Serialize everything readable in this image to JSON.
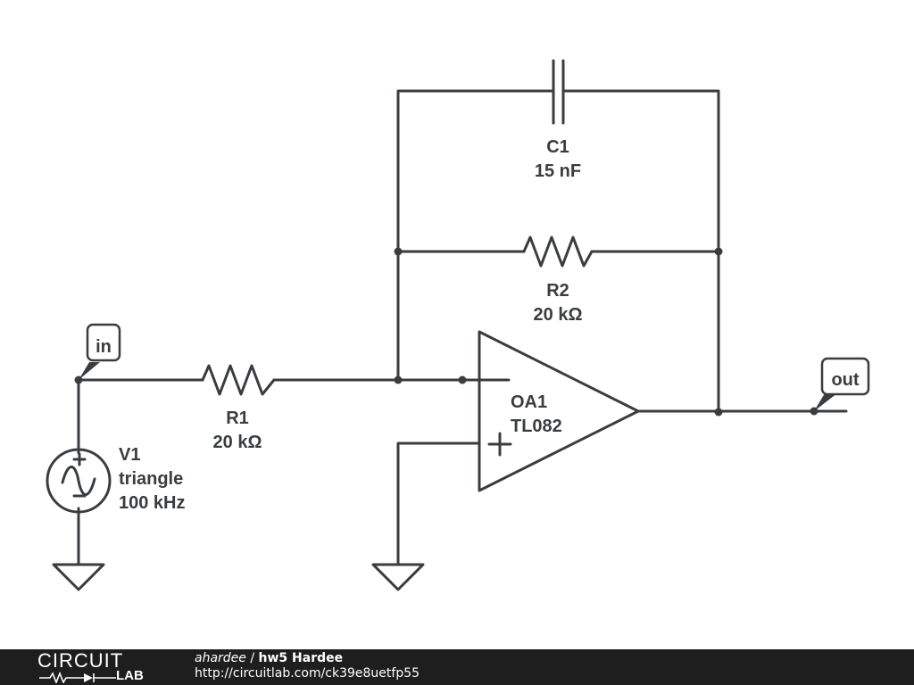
{
  "schematic": {
    "components": {
      "c1": {
        "name": "C1",
        "value": "15 nF"
      },
      "r2": {
        "name": "R2",
        "value": "20 kΩ"
      },
      "r1": {
        "name": "R1",
        "value": "20 kΩ"
      },
      "oa1": {
        "name": "OA1",
        "part": "TL082"
      },
      "v1": {
        "name": "V1",
        "waveform": "triangle",
        "frequency": "100 kHz"
      }
    },
    "net_labels": {
      "input": "in",
      "output": "out"
    }
  },
  "footer": {
    "logo_top": "CIRCUIT",
    "logo_bottom": "LAB",
    "author": "ahardee",
    "separator": "/",
    "title": "hw5 Hardee",
    "url": "http://circuitlab.com/ck39e8uetfp55"
  },
  "colors": {
    "wire": "#3a3d40",
    "footer_background": "#1e1e1e",
    "footer_text": "#ffffff"
  }
}
